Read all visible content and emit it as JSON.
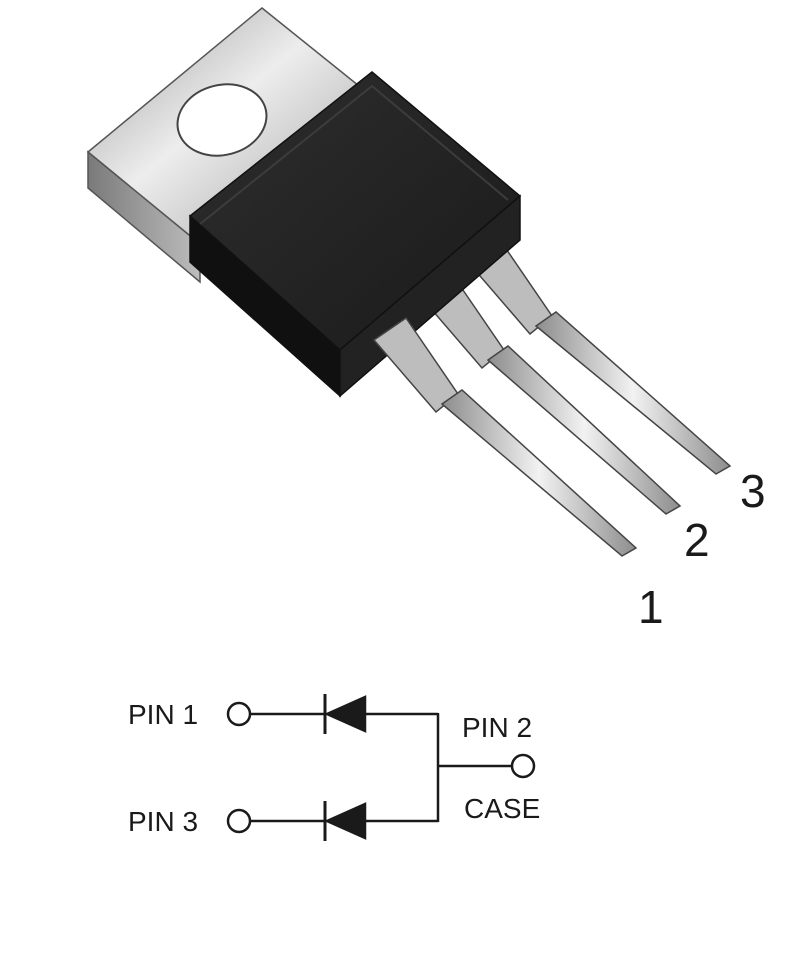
{
  "package": {
    "pin_numbers": [
      "1",
      "2",
      "3"
    ]
  },
  "schematic": {
    "pin1_label": "PIN 1",
    "pin2_label": "PIN 2",
    "pin3_label": "PIN 3",
    "case_label": "CASE"
  },
  "colors": {
    "body": "#1c1c1c",
    "tab": "#b9b9b9",
    "lead": "#c4c4c4",
    "wire": "#1a1a1a"
  }
}
